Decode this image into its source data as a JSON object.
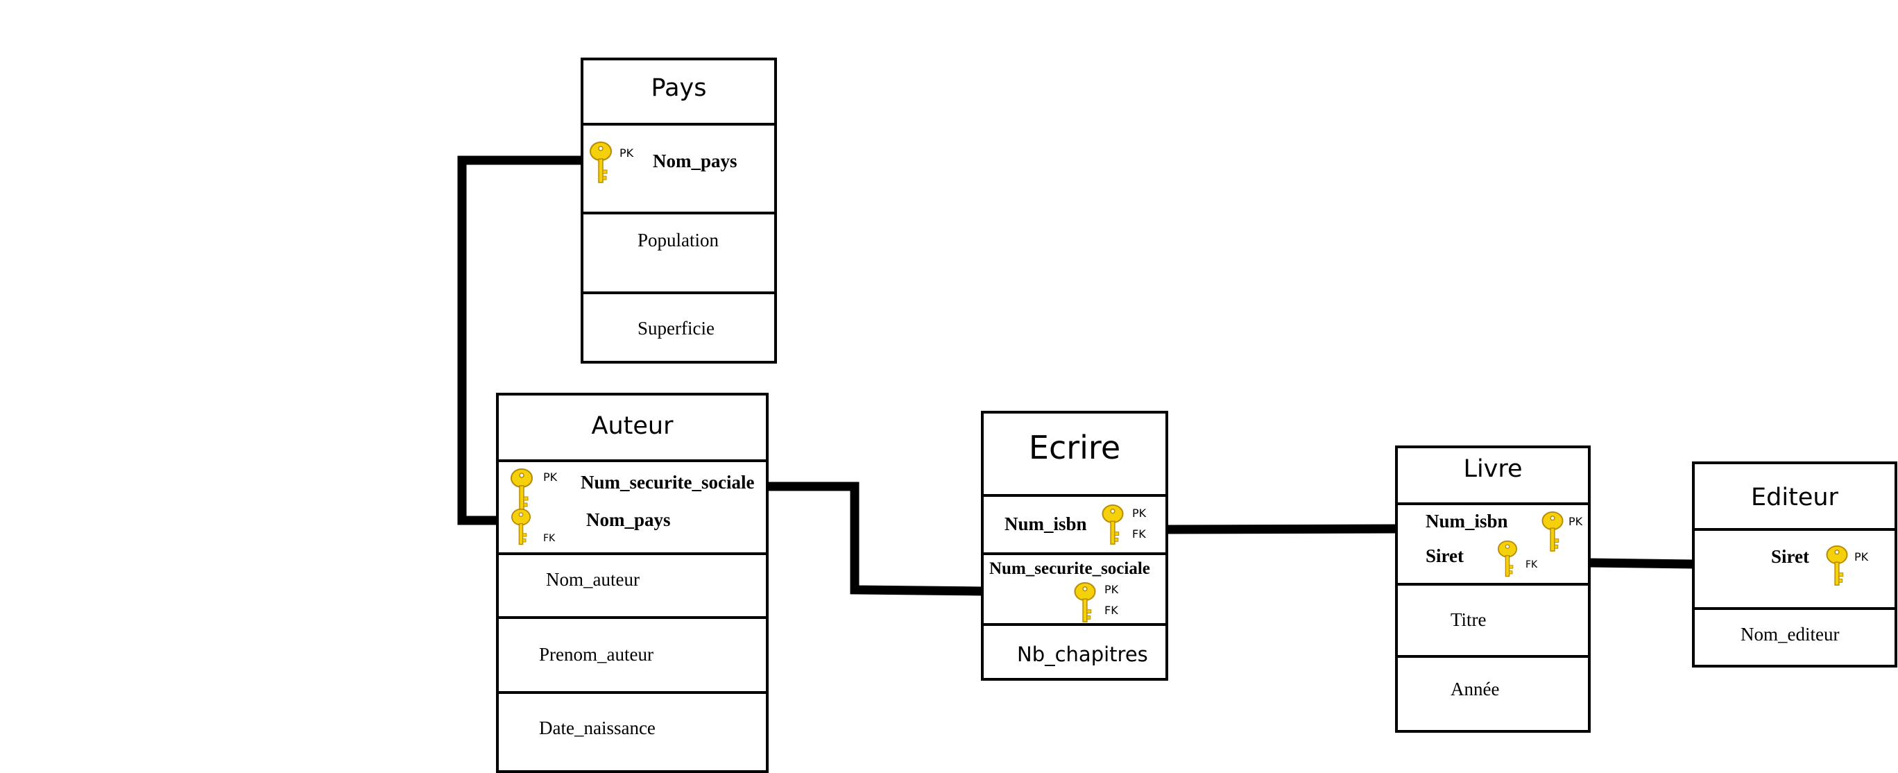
{
  "entities": {
    "pays": {
      "name": "Pays",
      "pk_attr": "Nom_pays",
      "pk_tag": "PK",
      "attrs": [
        "Population",
        "Superficie"
      ]
    },
    "auteur": {
      "name": "Auteur",
      "pk_attr": "Num_securite_sociale",
      "fk_attr": "Nom_pays",
      "pk_tag": "PK",
      "fk_tag": "FK",
      "attrs": [
        "Nom_auteur",
        "Prenom_auteur",
        "Date_naissance"
      ]
    },
    "ecrire": {
      "name": "Ecrire",
      "key1": "Num_isbn",
      "key2": "Num_securite_sociale",
      "pk_tag": "PK",
      "fk_tag": "FK",
      "attrs": [
        "Nb_chapitres"
      ]
    },
    "livre": {
      "name": "Livre",
      "pk_attr": "Num_isbn",
      "fk_attr": "Siret",
      "pk_tag": "PK",
      "fk_tag": "FK",
      "attrs": [
        "Titre",
        "Année"
      ]
    },
    "editeur": {
      "name": "Editeur",
      "pk_attr": "Siret",
      "pk_tag": "PK",
      "attrs": [
        "Nom_editeur"
      ]
    }
  },
  "icons": {
    "key": "key-icon"
  },
  "colors": {
    "key_fill": "#f5d10c",
    "key_stroke": "#b88a00",
    "line": "#000000"
  }
}
